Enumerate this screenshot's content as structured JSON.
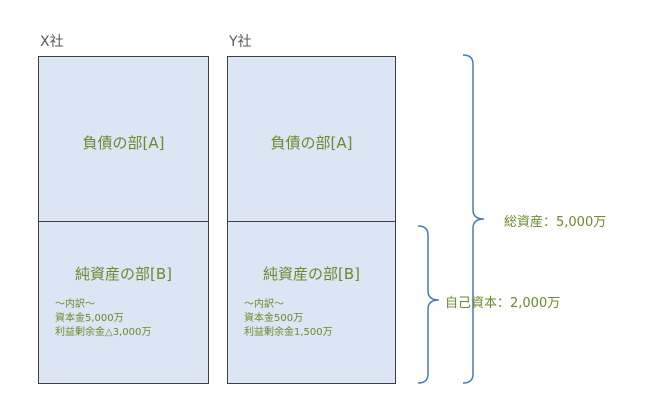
{
  "companies": [
    {
      "name": "X社",
      "liabilities_label": "負債の部[A]",
      "equity_label": "純資産の部[B]",
      "breakdown_title": "～内訳～",
      "breakdown_items": [
        "資本金5,000万",
        "利益剰余金△3,000万"
      ]
    },
    {
      "name": "Y社",
      "liabilities_label": "負債の部[A]",
      "equity_label": "純資産の部[B]",
      "breakdown_title": "～内訳～",
      "breakdown_items": [
        "資本金500万",
        "利益剰余金1,500万"
      ]
    }
  ],
  "annotations": {
    "total_assets": "総資産：5,000万",
    "equity_capital": "自己資本：2,000万"
  },
  "colors": {
    "box_fill": "#dbe5f3",
    "box_border": "#404040",
    "text_green": "#6a8a2c",
    "bracket_blue": "#4a7ab5"
  }
}
